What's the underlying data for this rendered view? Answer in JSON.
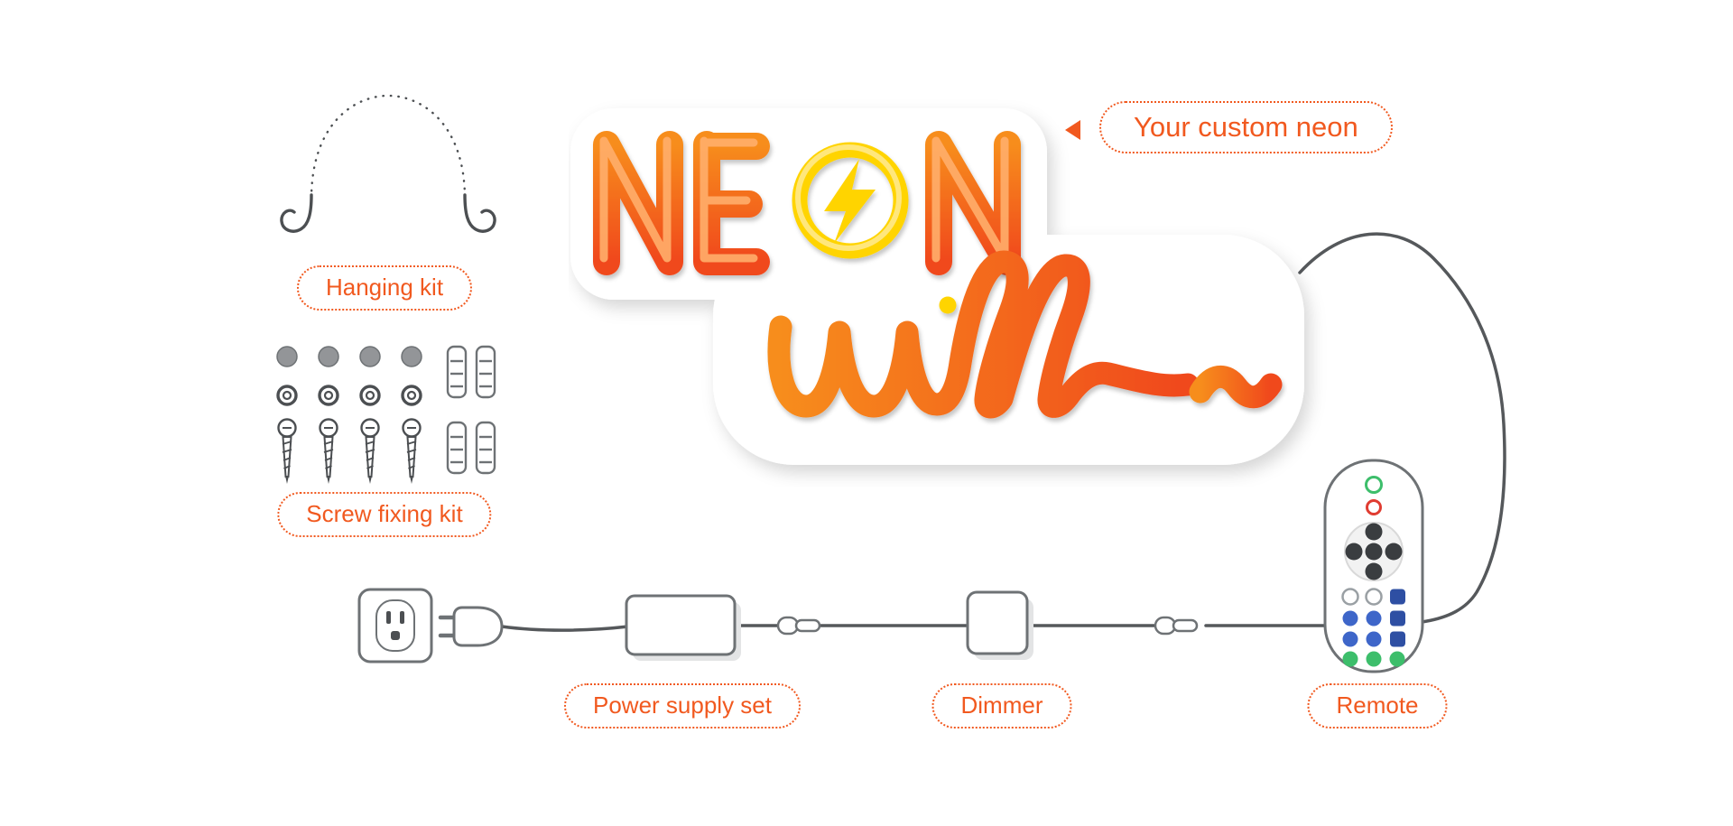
{
  "callout": {
    "label": "Your custom neon"
  },
  "sign": {
    "word": "NEON",
    "script": "will~"
  },
  "parts": {
    "hanging_kit": {
      "label": "Hanging kit"
    },
    "screw_fixing_kit": {
      "label": "Screw fixing kit"
    },
    "power_supply": {
      "label": "Power supply set"
    },
    "dimmer": {
      "label": "Dimmer"
    },
    "remote": {
      "label": "Remote"
    }
  },
  "colors": {
    "accent_orange": "#F1591F",
    "neon_orange_light": "#F78D1E",
    "neon_orange_deep": "#F0481F",
    "neon_yellow": "#FFD400",
    "outline_gray": "#6E7275",
    "wire_gray": "#55585B",
    "button_blue": "#2E4FA3",
    "button_blue_light": "#3E66C9",
    "button_green": "#3DBE6B",
    "button_red": "#E03C31"
  }
}
